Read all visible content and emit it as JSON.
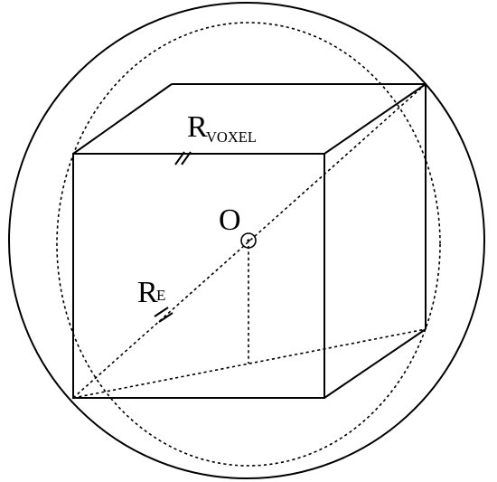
{
  "diagram": {
    "labels": {
      "origin": "O",
      "voxel_radius_main": "R",
      "voxel_radius_sub": "VOXEL",
      "enclosing_radius_main": "R",
      "enclosing_radius_sub": "E"
    },
    "colors": {
      "stroke": "#000000",
      "background": "#ffffff"
    }
  }
}
